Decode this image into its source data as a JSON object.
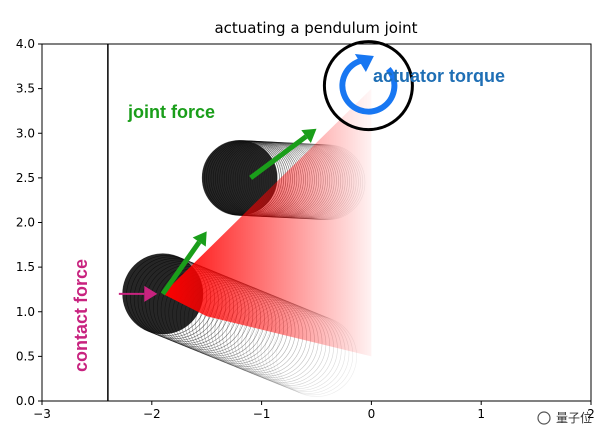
{
  "chart_data": {
    "type": "line",
    "title": "actuating a pendulum joint",
    "xlim": [
      -3,
      2
    ],
    "ylim": [
      0,
      4
    ],
    "x_ticks": [
      -3,
      -2,
      -1,
      0,
      1,
      2
    ],
    "y_ticks": [
      0.0,
      0.5,
      1.0,
      1.5,
      2.0,
      2.5,
      3.0,
      3.5,
      4.0
    ],
    "x_tick_labels": [
      "−3",
      "−2",
      "−1",
      "0",
      "1",
      "2"
    ],
    "y_tick_labels": [
      "0.0",
      "0.5",
      "1.0",
      "1.5",
      "2.0",
      "2.5",
      "3.0",
      "3.5",
      "4.0"
    ],
    "grid": false,
    "wall_x": -2.4,
    "pivot": [
      0,
      3.5
    ],
    "links": [
      {
        "from": [
          -0.5,
          0.5
        ],
        "to": [
          -1.9,
          1.2
        ],
        "radius": 0.45
      },
      {
        "from": [
          -0.4,
          2.45
        ],
        "to": [
          -1.2,
          2.5
        ],
        "radius": 0.42
      }
    ],
    "force_arrows": [
      {
        "name": "joint force",
        "from": [
          -1.9,
          1.2
        ],
        "to": [
          -1.5,
          1.9
        ]
      },
      {
        "name": "joint force",
        "from": [
          -1.1,
          2.5
        ],
        "to": [
          -0.5,
          3.05
        ]
      },
      {
        "name": "contact force",
        "from": [
          -2.3,
          1.2
        ],
        "to": [
          -1.95,
          1.2
        ]
      }
    ],
    "annotations": {
      "joint_force": "joint force",
      "actuator_torque": "actuator torque",
      "contact_force": "contact force"
    }
  },
  "watermark": "量子位",
  "colors": {
    "joint_force": "#1a9e1a",
    "actuator_torque": "#1f6fb5",
    "contact_force": "#c8237f",
    "torque_icon": "#1877f2",
    "fan": "#ff0000"
  }
}
